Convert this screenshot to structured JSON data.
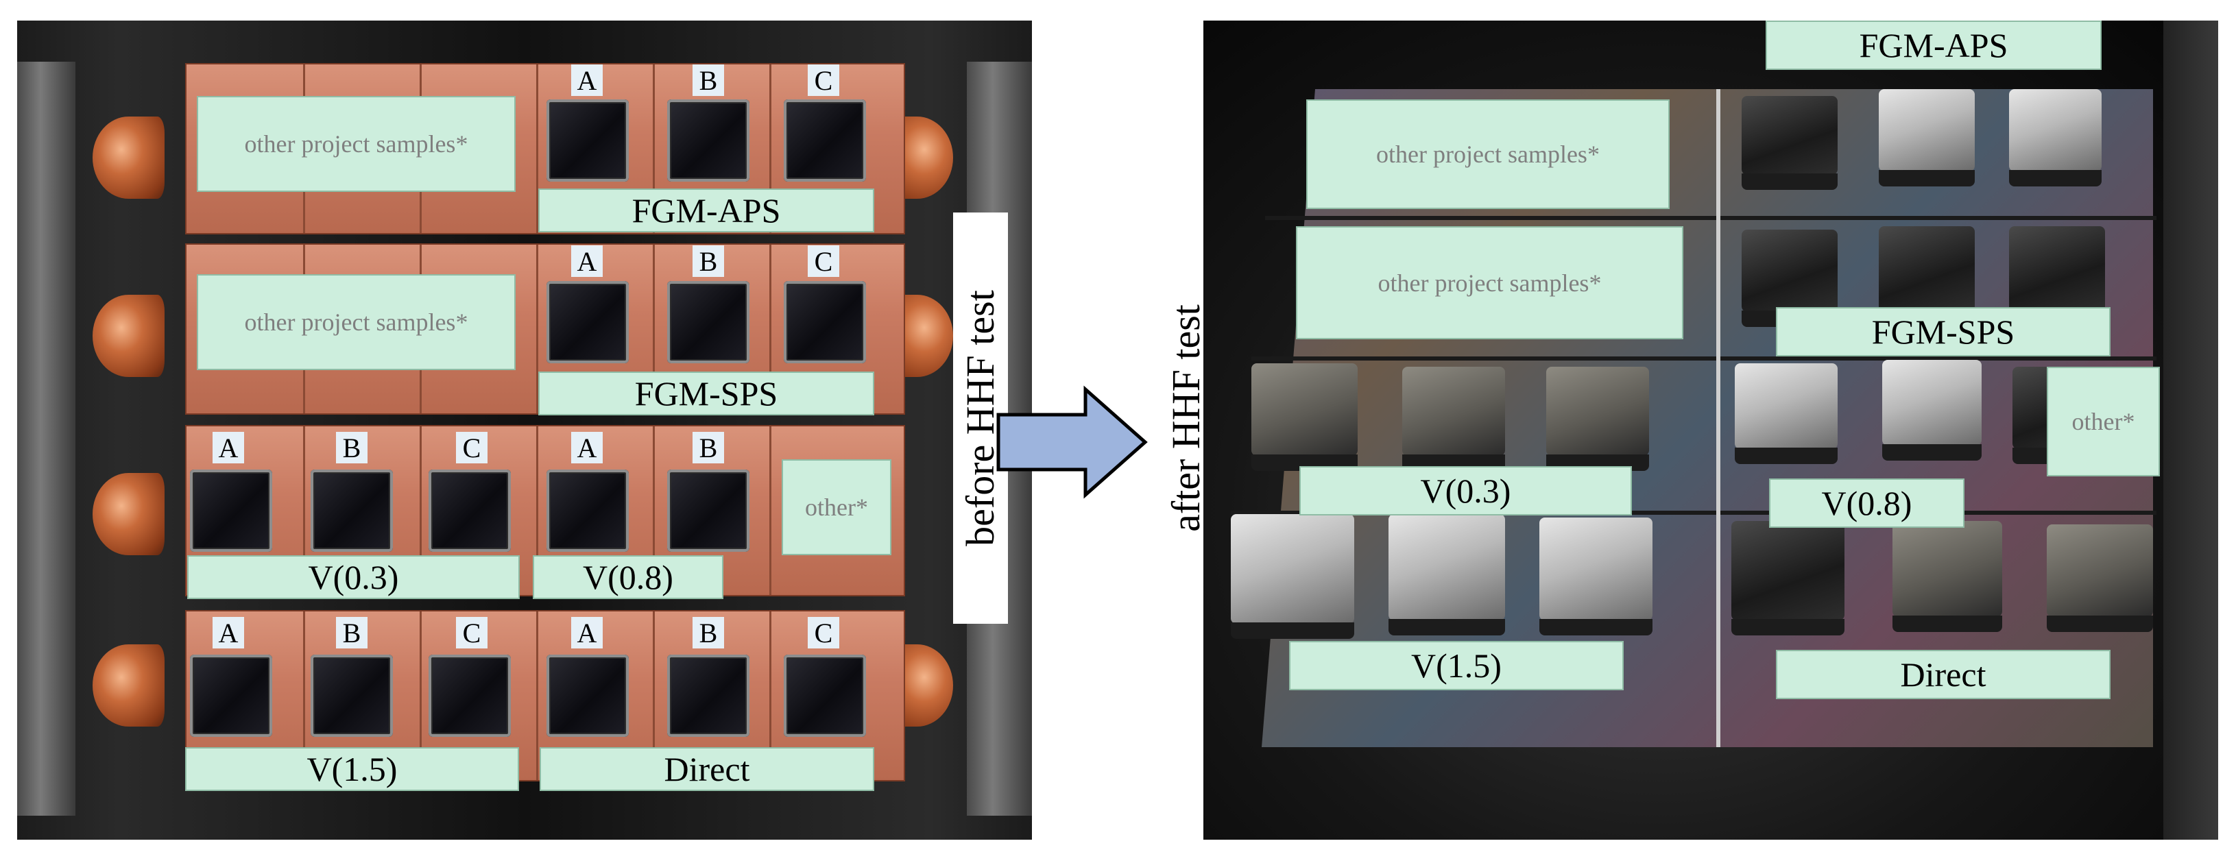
{
  "before": {
    "caption": "before HHF test",
    "rows": [
      {
        "letters": [
          "A",
          "B",
          "C"
        ],
        "left_label": "other project samples*",
        "right_label": "FGM-APS"
      },
      {
        "letters": [
          "A",
          "B",
          "C"
        ],
        "left_label": "other project samples*",
        "right_label": "FGM-SPS"
      },
      {
        "letters_left": [
          "A",
          "B",
          "C"
        ],
        "letters_right": [
          "A",
          "B"
        ],
        "left_label": "V(0.3)",
        "right_label": "V(0.8)",
        "other_label": "other*"
      },
      {
        "letters_left": [
          "A",
          "B",
          "C"
        ],
        "letters_right": [
          "A",
          "B",
          "C"
        ],
        "left_label": "V(1.5)",
        "right_label": "Direct"
      }
    ]
  },
  "after": {
    "caption": "after HHF test",
    "labels": {
      "fgm_aps": "FGM-APS",
      "other1": "other project samples*",
      "other2": "other project samples*",
      "fgm_sps": "FGM-SPS",
      "v03": "V(0.3)",
      "v08": "V(0.8)",
      "other": "other*",
      "v15": "V(1.5)",
      "direct": "Direct"
    }
  },
  "colors": {
    "label_bg": "#cdeedd",
    "arrow": "#9db4dd"
  }
}
